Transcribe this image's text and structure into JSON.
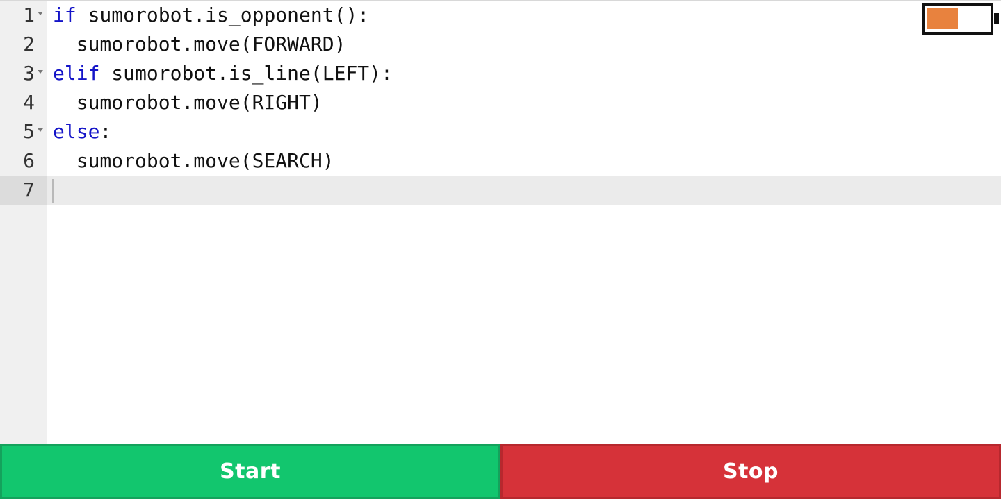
{
  "editor": {
    "lines": [
      {
        "number": "1",
        "fold": true,
        "kw": "if",
        "rest": " sumorobot.is_opponent():"
      },
      {
        "number": "2",
        "fold": false,
        "kw": "",
        "rest": "  sumorobot.move(FORWARD)"
      },
      {
        "number": "3",
        "fold": true,
        "kw": "elif",
        "rest": " sumorobot.is_line(LEFT):"
      },
      {
        "number": "4",
        "fold": false,
        "kw": "",
        "rest": "  sumorobot.move(RIGHT)"
      },
      {
        "number": "5",
        "fold": true,
        "kw": "else",
        "rest": ":"
      },
      {
        "number": "6",
        "fold": false,
        "kw": "",
        "rest": "  sumorobot.move(SEARCH)"
      },
      {
        "number": "7",
        "fold": false,
        "kw": "",
        "rest": ""
      }
    ],
    "active_line": "7",
    "keyword_color": "#1414c8"
  },
  "battery": {
    "level": 0.5,
    "icon": "battery-icon",
    "fill_color": "#e8823e"
  },
  "controls": {
    "start_label": "Start",
    "stop_label": "Stop",
    "start_color": "#12c66e",
    "stop_color": "#d63239"
  }
}
